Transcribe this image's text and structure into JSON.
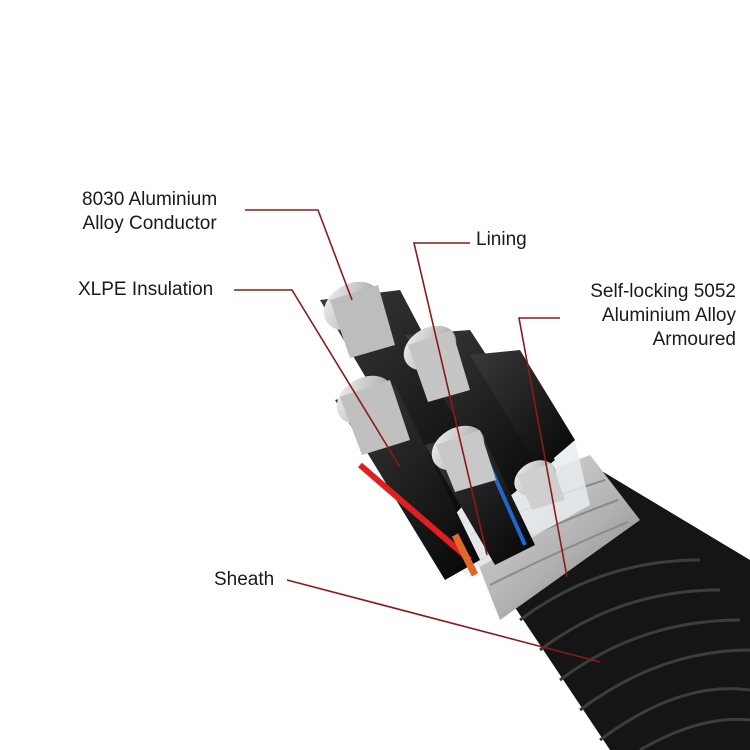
{
  "diagram": {
    "labels": {
      "conductor": [
        "8030 Aluminium",
        "Alloy Conductor"
      ],
      "lining": [
        "Lining"
      ],
      "insulation": [
        "XLPE Insulation"
      ],
      "armour": [
        "Self-locking 5052",
        "Aluminium Alloy",
        "Armoured"
      ],
      "sheath": [
        "Sheath"
      ]
    },
    "colors": {
      "leader": "#8b1a1a",
      "sheath": "#141414",
      "armour": "#c8c8c8",
      "insulation": "#0d0d0d",
      "red_stripe": "#e02020",
      "blue_stripe": "#2266cc",
      "orange_stripe": "#e0682a",
      "conductor": "#d9d9d9"
    }
  }
}
